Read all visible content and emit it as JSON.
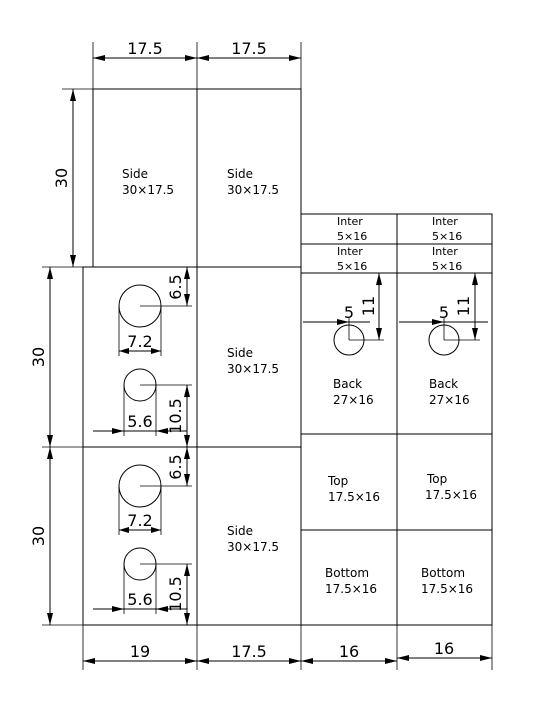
{
  "dimensions": {
    "top_left": "17.5",
    "top_right": "17.5",
    "left_top": "30",
    "left_mid": "30",
    "left_bottom": "30",
    "bottom_1": "19",
    "bottom_2": "17.5",
    "bottom_3": "16",
    "bottom_4": "16"
  },
  "panels": {
    "side_1": {
      "name": "Side",
      "size": "30×17.5"
    },
    "side_2": {
      "name": "Side",
      "size": "30×17.5"
    },
    "side_3": {
      "name": "Side",
      "size": "30×17.5"
    },
    "side_4": {
      "name": "Side",
      "size": "30×17.5"
    },
    "inter_1": {
      "name": "Inter",
      "size": "5×16"
    },
    "inter_2": {
      "name": "Inter",
      "size": "5×16"
    },
    "inter_3": {
      "name": "Inter",
      "size": "5×16"
    },
    "inter_4": {
      "name": "Inter",
      "size": "5×16"
    },
    "back_1": {
      "name": "Back",
      "size": "27×16"
    },
    "back_2": {
      "name": "Back",
      "size": "27×16"
    },
    "top_1": {
      "name": "Top",
      "size": "17.5×16"
    },
    "top_2": {
      "name": "Top",
      "size": "17.5×16"
    },
    "bottom_1": {
      "name": "Bottom",
      "size": "17.5×16"
    },
    "bottom_2": {
      "name": "Bottom",
      "size": "17.5×16"
    }
  },
  "hole_dims": {
    "upper_big_offset": "6.5",
    "upper_big_x": "7.2",
    "upper_small_x": "5.6",
    "upper_small_offset": "10.5",
    "lower_big_offset": "6.5",
    "lower_big_x": "7.2",
    "lower_small_x": "5.6",
    "lower_small_offset": "10.5",
    "back1_x": "5",
    "back1_y": "11",
    "back2_x": "5",
    "back2_y": "11"
  }
}
